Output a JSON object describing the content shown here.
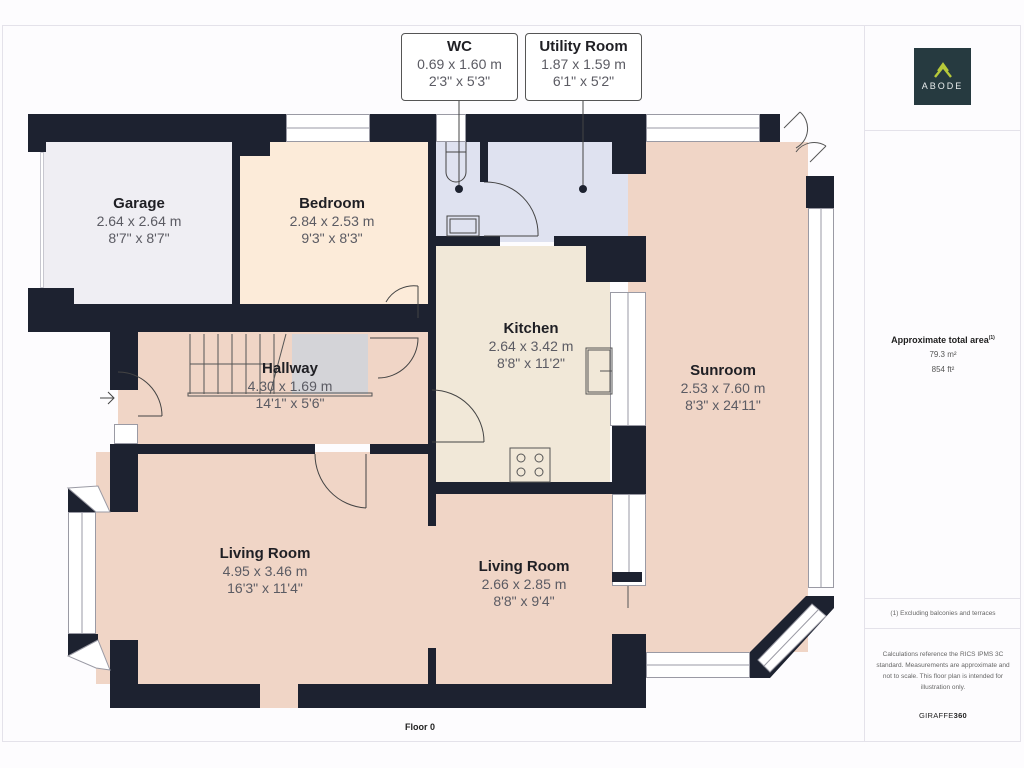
{
  "brand": {
    "logo_text": "ABODE",
    "logo_bg": "#263a40",
    "logo_accent": "#b6c93a"
  },
  "summary": {
    "title": "Approximate total area",
    "title_footnote_mark": "(1)",
    "area_m2": "79.3 m²",
    "area_ft2": "854 ft²",
    "footnote": "(1) Excluding balconies and terraces",
    "disclaimer": "Calculations reference the RICS IPMS 3C standard. Measurements are approximate and not to scale. This floor plan is intended for illustration only.",
    "provider_prefix": "GIRAFFE",
    "provider_suffix": "360"
  },
  "floor": {
    "label": "Floor 0"
  },
  "colors": {
    "wall": "#1d2230",
    "garage": "#efeef3",
    "bedroom": "#fcebd9",
    "wc_utility": "#dfe2f0",
    "kitchen": "#f1e8d8",
    "living": "#f0d5c6",
    "sunroom": "#f0d5c6",
    "hallway": "#f0d5c6",
    "stairs_landing": "#d4d4d8"
  },
  "rooms": [
    {
      "id": "garage",
      "name": "Garage",
      "metric": "2.64 x 2.64 m",
      "imperial": "8'7\" x 8'7\""
    },
    {
      "id": "bedroom",
      "name": "Bedroom",
      "metric": "2.84 x 2.53 m",
      "imperial": "9'3\" x 8'3\""
    },
    {
      "id": "wc",
      "name": "WC",
      "metric": "0.69 x 1.60 m",
      "imperial": "2'3\" x 5'3\""
    },
    {
      "id": "utility",
      "name": "Utility Room",
      "metric": "1.87 x 1.59 m",
      "imperial": "6'1\" x 5'2\""
    },
    {
      "id": "kitchen",
      "name": "Kitchen",
      "metric": "2.64 x 3.42 m",
      "imperial": "8'8\" x 11'2\""
    },
    {
      "id": "hallway",
      "name": "Hallway",
      "metric": "4.30 x 1.69 m",
      "imperial": "14'1\" x 5'6\""
    },
    {
      "id": "sunroom",
      "name": "Sunroom",
      "metric": "2.53 x 7.60 m",
      "imperial": "8'3\" x 24'11\""
    },
    {
      "id": "living1",
      "name": "Living Room",
      "metric": "4.95 x 3.46 m",
      "imperial": "16'3\" x 11'4\""
    },
    {
      "id": "living2",
      "name": "Living Room",
      "metric": "2.66 x 2.85 m",
      "imperial": "8'8\" x 9'4\""
    }
  ]
}
